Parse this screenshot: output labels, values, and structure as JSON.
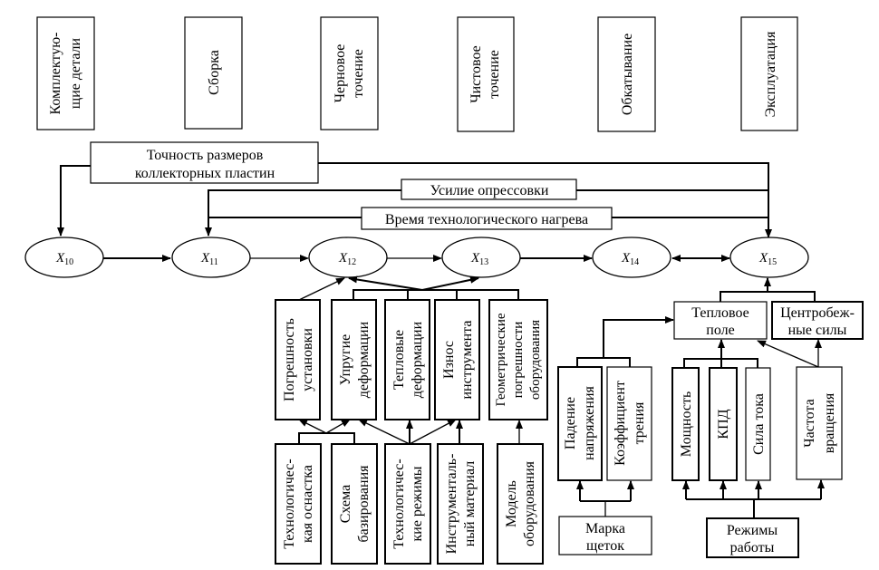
{
  "stages": [
    {
      "lines": [
        "Комплектую-",
        "щие детали"
      ]
    },
    {
      "lines": [
        "Сборка"
      ]
    },
    {
      "lines": [
        "Черновое",
        "точение"
      ]
    },
    {
      "lines": [
        "Чистовое",
        "точение"
      ]
    },
    {
      "lines": [
        "Обкатывание"
      ]
    },
    {
      "lines": [
        "Эксплуатация"
      ]
    }
  ],
  "top_factors": {
    "accuracy": [
      "Точность размеров",
      "коллекторных пластин"
    ],
    "pressing_force": "Усилие опрессовки",
    "heating_time": "Время технологического нагрева"
  },
  "nodes": [
    {
      "base": "X",
      "sub": "10"
    },
    {
      "base": "X",
      "sub": "11"
    },
    {
      "base": "X",
      "sub": "12"
    },
    {
      "base": "X",
      "sub": "13"
    },
    {
      "base": "X",
      "sub": "14"
    },
    {
      "base": "X",
      "sub": "15"
    }
  ],
  "error_factors": [
    {
      "lines": [
        "Погрешность",
        "установки"
      ]
    },
    {
      "lines": [
        "Упругие",
        "деформации"
      ]
    },
    {
      "lines": [
        "Тепловые",
        "деформации"
      ]
    },
    {
      "lines": [
        "Износ",
        "инструмента"
      ]
    },
    {
      "lines": [
        "Геометрические",
        "погрешности",
        "оборудования"
      ]
    }
  ],
  "source_factors": [
    {
      "lines": [
        "Технологичес-",
        "кая оснастка"
      ]
    },
    {
      "lines": [
        "Схема",
        "базирования"
      ]
    },
    {
      "lines": [
        "Технологичес-",
        "кие режимы"
      ]
    },
    {
      "lines": [
        "Инструменталь-",
        "ный материал"
      ]
    },
    {
      "lines": [
        "Модель",
        "оборудования"
      ]
    }
  ],
  "operation_factors": {
    "thermal_field": [
      "Тепловое",
      "поле"
    ],
    "centrifugal": [
      "Центробеж-",
      "ные силы"
    ],
    "voltage_drop": [
      "Падение",
      "напряжения"
    ],
    "friction": [
      "Коэффициент",
      "трения"
    ],
    "power": [
      "Мощность"
    ],
    "efficiency": [
      "КПД"
    ],
    "current": [
      "Сила тока"
    ],
    "rotation": [
      "Частота",
      "вращения"
    ],
    "brush_grade": [
      "Марка",
      "щеток"
    ],
    "modes": [
      "Режимы",
      "работы"
    ]
  }
}
